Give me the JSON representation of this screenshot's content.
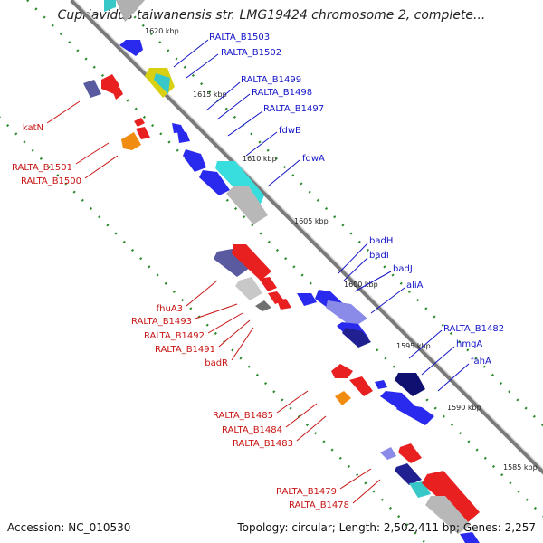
{
  "title": "Cupriavidus taiwanensis str. LMG19424 chromosome 2, complete...",
  "footer": {
    "accession": "Accession: NC_010530",
    "summary": "Topology: circular; Length: 2,502,411 bp; Genes: 2,257"
  },
  "colors": {
    "forward_label": "#1414c8",
    "reverse_label": "#c81414",
    "backbone": "#7a7a7a",
    "dots": "#2e8b2e"
  },
  "ticks": [
    "1620 kbp",
    "1615 kbp",
    "1610 kbp",
    "1605 kbp",
    "1600 kbp",
    "1595 kbp",
    "1590 kbp",
    "1585 kbp"
  ],
  "labels_forward": [
    "RALTA_B1503",
    "RALTA_B1502",
    "RALTA_B1499",
    "RALTA_B1498",
    "RALTA_B1497",
    "fdwB",
    "fdwA",
    "badH",
    "badI",
    "badJ",
    "aliA",
    "RALTA_B1482",
    "hmgA",
    "fahA"
  ],
  "labels_reverse": [
    "katN",
    "RALTA_B1501",
    "RALTA_B1500",
    "fhuA3",
    "RALTA_B1493",
    "RALTA_B1492",
    "RALTA_B1491",
    "badR",
    "RALTA_B1485",
    "RALTA_B1484",
    "RALTA_B1483",
    "RALTA_B1479",
    "RALTA_B1478"
  ]
}
